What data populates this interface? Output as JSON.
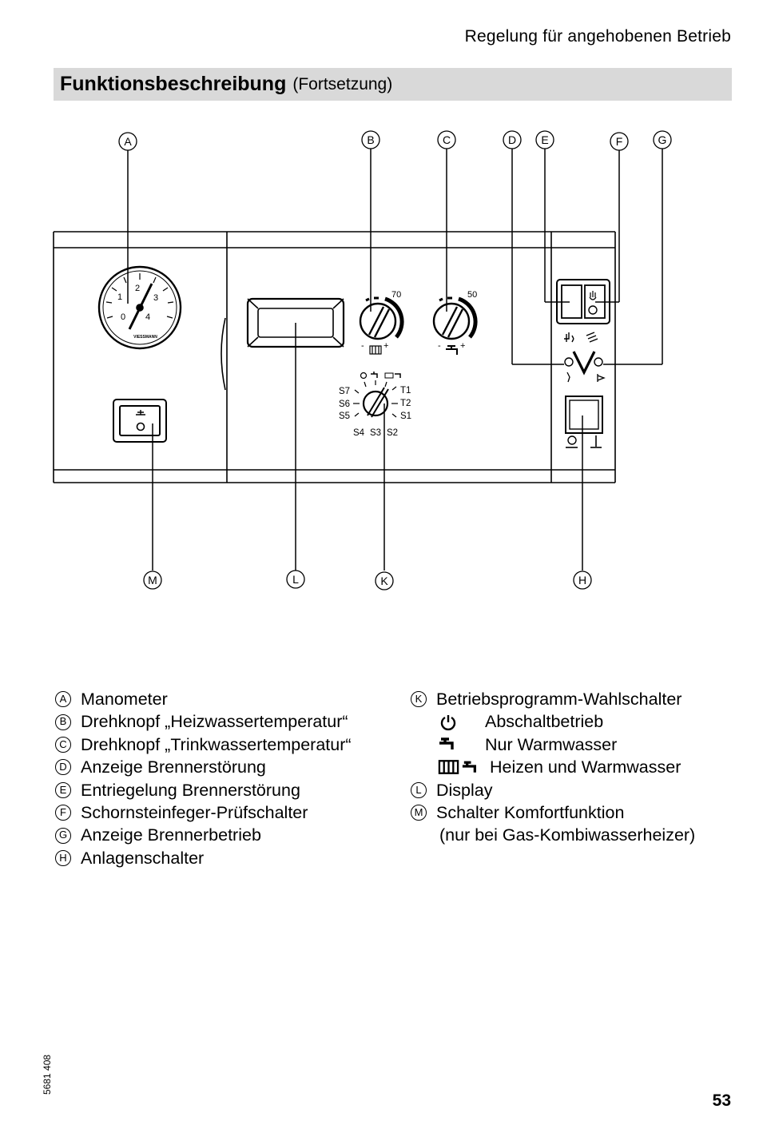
{
  "header": {
    "section": "Regelung für angehobenen Betrieb"
  },
  "title": {
    "main": "Funktionsbeschreibung",
    "sub": "(Fortsetzung)"
  },
  "diagram": {
    "callouts": {
      "A": "A",
      "B": "B",
      "C": "C",
      "D": "D",
      "E": "E",
      "F": "F",
      "G": "G",
      "H": "H",
      "K": "K",
      "L": "L",
      "M": "M"
    },
    "gauge": {
      "ticks": [
        "0",
        "1",
        "2",
        "3",
        "4"
      ],
      "brand": "VIESSMANN"
    },
    "knob_b": {
      "max_label": "70",
      "minus": "-",
      "plus": "+"
    },
    "knob_c": {
      "max_label": "50",
      "minus": "-",
      "plus": "+"
    },
    "program_selector": {
      "left_labels": [
        "S7",
        "S6",
        "S5"
      ],
      "right_labels": [
        "T1",
        "T2",
        "S1"
      ],
      "bottom_labels": [
        "S4",
        "S3",
        "S2"
      ]
    }
  },
  "legend_left": [
    {
      "key": "A",
      "text": "Manometer"
    },
    {
      "key": "B",
      "text": "Drehknopf „Heizwassertemperatur“"
    },
    {
      "key": "C",
      "text": "Drehknopf „Trinkwassertemperatur“"
    },
    {
      "key": "D",
      "text": "Anzeige Brennerstörung"
    },
    {
      "key": "E",
      "text": "Entriegelung Brennerstörung"
    },
    {
      "key": "F",
      "text": "Schornsteinfeger-Prüfschalter"
    },
    {
      "key": "G",
      "text": "Anzeige Brennerbetrieb"
    },
    {
      "key": "H",
      "text": "Anlagenschalter"
    }
  ],
  "legend_right": {
    "k": {
      "key": "K",
      "text": "Betriebsprogramm-Wahlschalter"
    },
    "modes": [
      {
        "icon": "power-icon",
        "text": "Abschaltbetrieb"
      },
      {
        "icon": "tap-icon",
        "text": "Nur Warmwasser"
      },
      {
        "icon": "radiator-tap-icon",
        "text": "Heizen und Warmwasser"
      }
    ],
    "l": {
      "key": "L",
      "text": "Display"
    },
    "m": {
      "key": "M",
      "text": "Schalter Komfortfunktion",
      "note": "(nur bei Gas-Kombiwasserheizer)"
    }
  },
  "footer": {
    "doc_number": "5681 408",
    "page": "53"
  }
}
